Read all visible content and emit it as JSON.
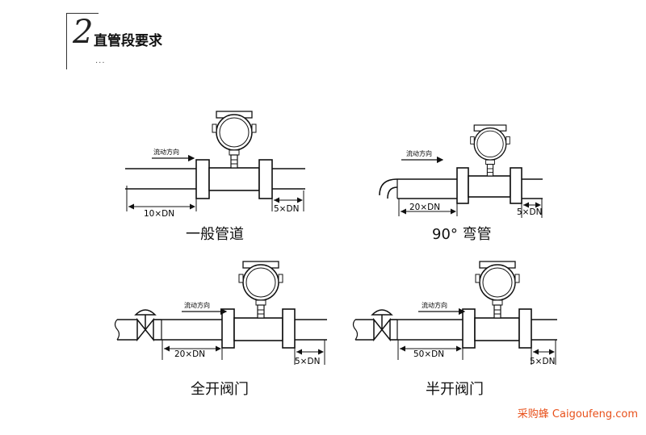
{
  "header": {
    "number": "2",
    "title": "直管段要求",
    "dots": "..."
  },
  "flow_label": "流动方向",
  "diagrams": [
    {
      "caption": "一般管道",
      "upstream": "10×DN",
      "downstream": "5×DN"
    },
    {
      "caption": "90°  弯管",
      "upstream": "20×DN",
      "downstream": "5×DN"
    },
    {
      "caption": "全开阀门",
      "upstream": "20×DN",
      "downstream": "5×DN"
    },
    {
      "caption": "半开阀门",
      "upstream": "50×DN",
      "downstream": "5×DN"
    }
  ],
  "watermark": "采购蜂 Caigoufeng.com"
}
